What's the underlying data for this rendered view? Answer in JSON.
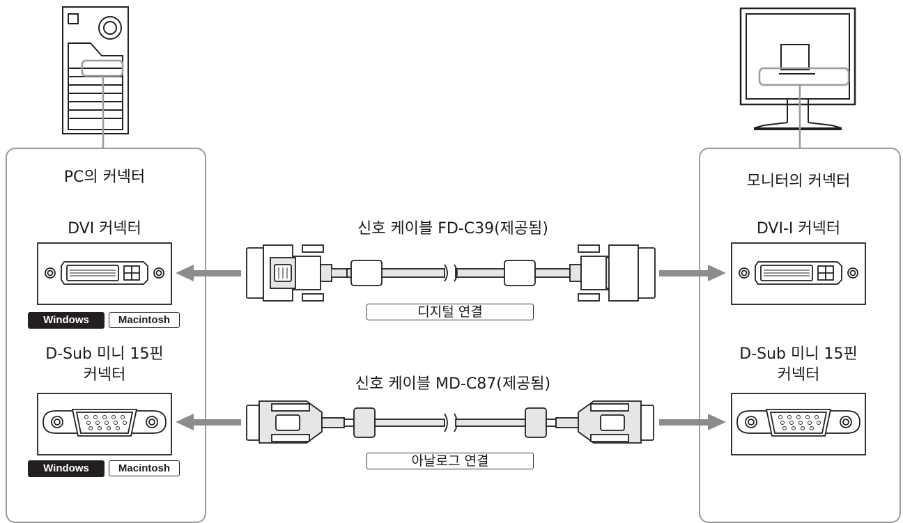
{
  "left_panel": {
    "title": "PC의 커넥터",
    "dvi_label": "DVI 커넥터",
    "dsub_label_line1": "D-Sub 미니 15핀",
    "dsub_label_line2": "커넥터",
    "badges": {
      "windows": "Windows",
      "macintosh": "Macintosh"
    }
  },
  "right_panel": {
    "title": "모니터의 커넥터",
    "dvi_label": "DVI-I 커넥터",
    "dsub_label_line1": "D-Sub 미니 15핀",
    "dsub_label_line2": "커넥터"
  },
  "cables": {
    "digital": {
      "name": "신호 케이블 FD-C39(제공됨)",
      "connection": "디지털 연결"
    },
    "analog": {
      "name": "신호 케이블 MD-C87(제공됨)",
      "connection": "아날로그 연결"
    }
  },
  "colors": {
    "line": "#231f20",
    "arrow": "#8c8c8c",
    "panel_border": "#9a9a9a",
    "cable_fill": "#e6e6e6"
  }
}
